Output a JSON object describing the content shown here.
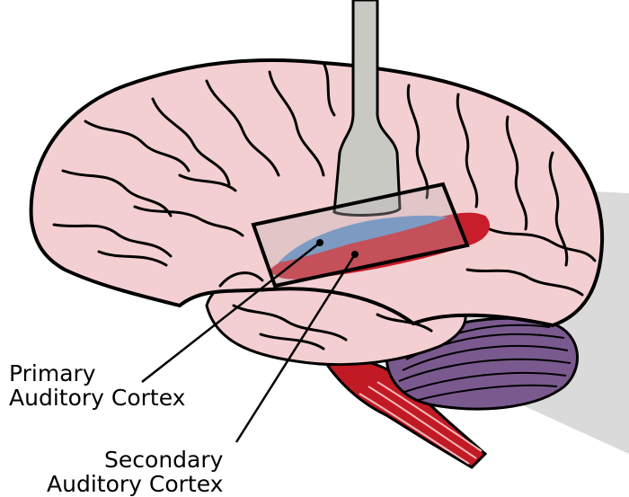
{
  "labels": {
    "primary": {
      "line1": "Primary",
      "line2": "Auditory Cortex"
    },
    "secondary": {
      "line1": "Secondary",
      "line2": "Auditory Cortex"
    }
  },
  "colors": {
    "brain": "#f4cfd1",
    "outline": "#000000",
    "probe": "#c9c9c4",
    "primary_cortex": "#5b8fc9",
    "secondary_cortex": "#c81d2a",
    "cerebellum": "#7a5a8e",
    "brainstem": "#c21a24",
    "field_of_view": "#cfcfcf"
  }
}
